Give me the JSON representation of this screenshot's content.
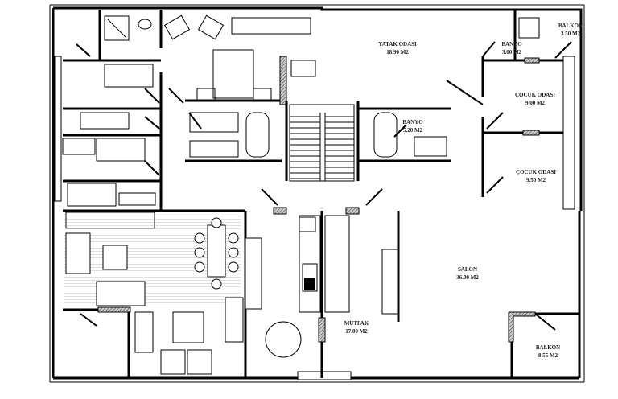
{
  "rooms": [
    {
      "name": "YATAK ODASI",
      "area": "18.90 M2"
    },
    {
      "name": "BANYO",
      "area": "3.00 M2"
    },
    {
      "name": "BALKON",
      "area": "3.50 M2"
    },
    {
      "name": "ÇOCUK ODASI",
      "area": "9.00 M2"
    },
    {
      "name": "BANYO",
      "area": "5.20 M2"
    },
    {
      "name": "ÇOCUK ODASI",
      "area": "9.50 M2"
    },
    {
      "name": "SALON",
      "area": "36.00 M2"
    },
    {
      "name": "MUTFAK",
      "area": "17.00 M2"
    },
    {
      "name": "BALKON",
      "area": "8.55 M2"
    }
  ]
}
